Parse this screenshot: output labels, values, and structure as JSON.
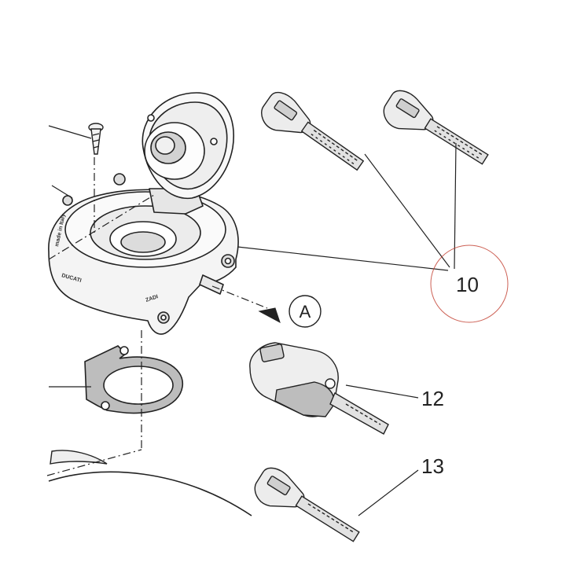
{
  "callouts": {
    "key_set": "10",
    "spare_key": "12",
    "remote_key": "13",
    "detail_ref": "A"
  },
  "part_markings": {
    "brand": "DUCATI",
    "maker": "ZADI",
    "origin": "made in Italy"
  },
  "colors": {
    "line": "#222222",
    "part_fill": "#f2f2f2",
    "shadow_fill": "#bdbdbd",
    "highlight_circle": "#c0392b"
  },
  "icons": [
    "screw-icon",
    "fuel-cap-icon",
    "gasket-icon",
    "key-icon",
    "arrow-icon"
  ]
}
